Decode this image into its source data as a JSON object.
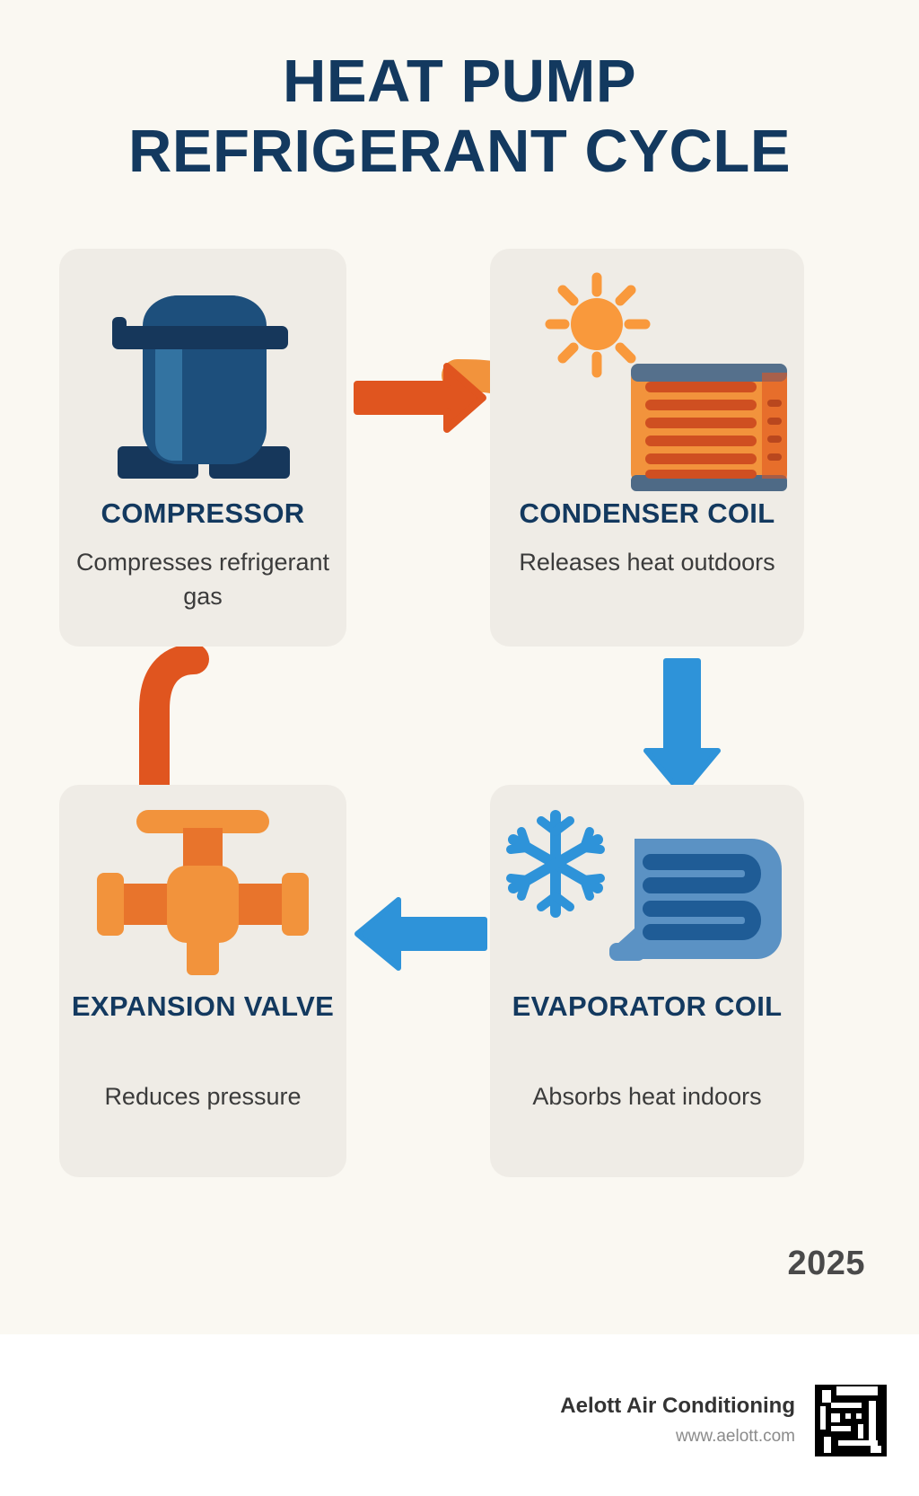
{
  "title": {
    "line1": "HEAT PUMP",
    "line2": "REFRIGERANT CYCLE"
  },
  "cards": [
    {
      "id": "compressor",
      "label": "COMPRESSOR",
      "description": "Compresses refrigerant gas",
      "icon": "compressor-icon",
      "accent": "#1d4f7c"
    },
    {
      "id": "condenser",
      "label": "CONDENSER COIL",
      "description": "Releases heat outdoors",
      "icon": "condenser-coil-icon",
      "accent": "#f2933c"
    },
    {
      "id": "valve",
      "label": "EXPANSION VALVE",
      "description": "Reduces pressure",
      "icon": "expansion-valve-icon",
      "accent": "#f2933c"
    },
    {
      "id": "evaporator",
      "label": "EVAPORATOR COIL",
      "description": "Absorbs heat indoors",
      "icon": "evaporator-coil-icon",
      "accent": "#2e93d9"
    }
  ],
  "flow": [
    {
      "from": "compressor",
      "to": "condenser",
      "icon": "arrow-right-icon",
      "color": "#e0551f"
    },
    {
      "from": "condenser",
      "to": "evaporator",
      "icon": "arrow-down-icon",
      "color": "#2e93d9"
    },
    {
      "from": "evaporator",
      "to": "valve",
      "icon": "arrow-left-icon",
      "color": "#2e93d9"
    },
    {
      "from": "valve",
      "to": "compressor",
      "icon": "pipe-curve-icon",
      "color": "#e0551f"
    }
  ],
  "year": "2025",
  "footer": {
    "company": "Aelott Air Conditioning",
    "url": "www.aelott.com",
    "logo": "aelott-logo-mark"
  },
  "colors": {
    "background": "#faf8f2",
    "card": "#efece6",
    "navy": "#13395f",
    "orange": "#f2933c",
    "deep_orange": "#e0551f",
    "blue": "#2e93d9",
    "dark_blue": "#1d4f7c",
    "body_text": "#3b3b3b"
  }
}
